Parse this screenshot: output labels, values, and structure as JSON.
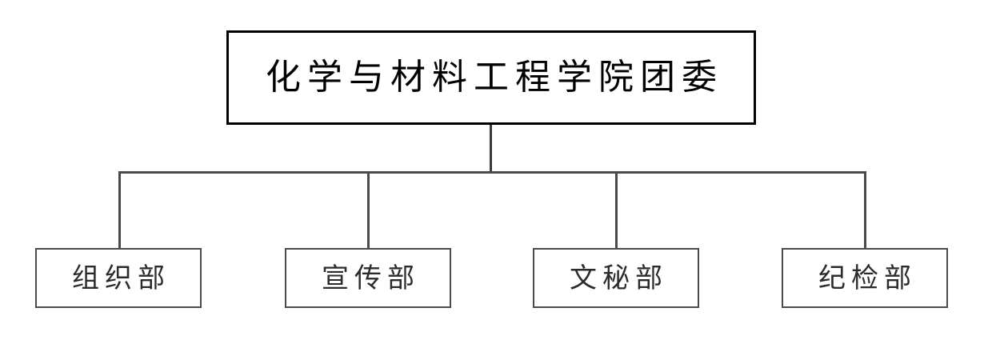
{
  "chart": {
    "type": "organization-chart",
    "orientation": "top-down",
    "levels": 2,
    "root": {
      "label": "化学与材料工程学院团委"
    },
    "children": [
      {
        "label": "组织部"
      },
      {
        "label": "宣传部"
      },
      {
        "label": "文秘部"
      },
      {
        "label": "纪检部"
      }
    ],
    "colors": {
      "background": "#ffffff",
      "root_border": "#000000",
      "root_text": "#000000",
      "child_border": "#4a4a4a",
      "child_text": "#2b2b2b",
      "connector": "#4a4a4a"
    }
  }
}
